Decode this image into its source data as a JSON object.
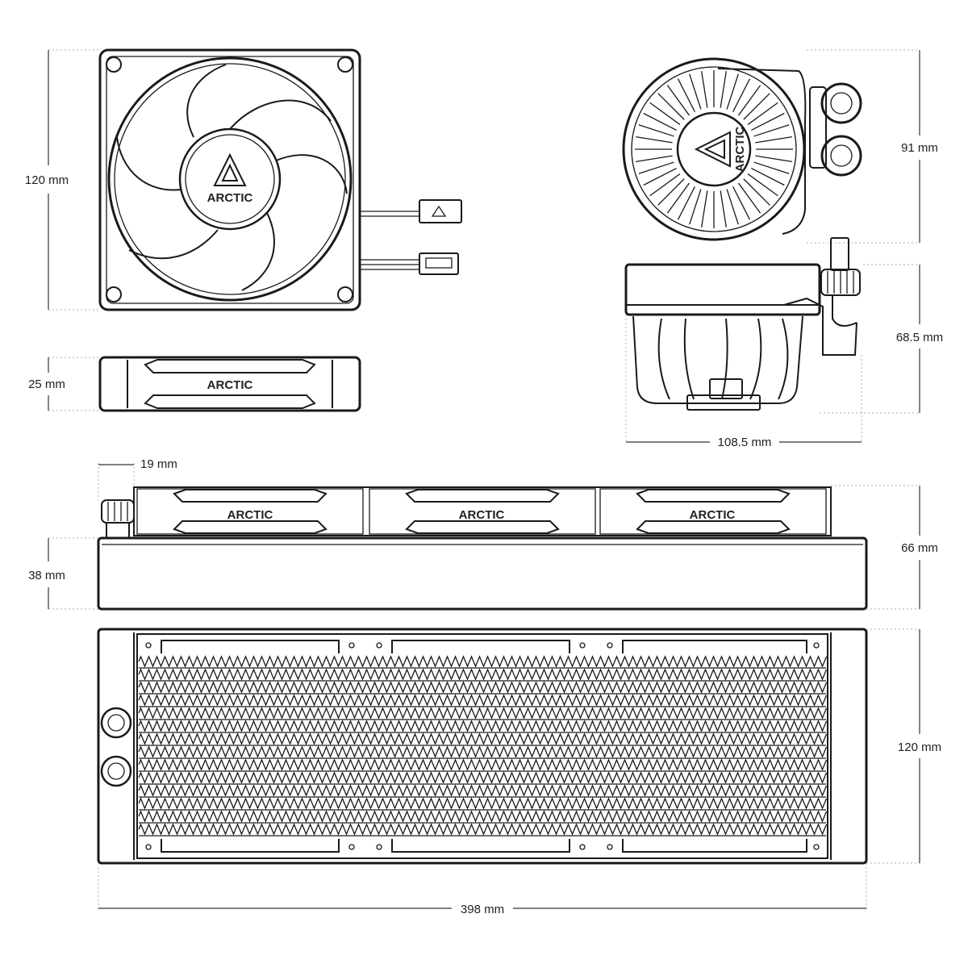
{
  "brand": "ARCTIC",
  "dimensions": {
    "fan_height": "120 mm",
    "fan_thickness": "25 mm",
    "pump_width": "91 mm",
    "pump_height": "68.5 mm",
    "pump_depth": "108.5 mm",
    "fitting_offset": "19 mm",
    "radiator_thickness": "38 mm",
    "total_thickness": "66 mm",
    "radiator_width": "120 mm",
    "radiator_length": "398 mm"
  }
}
